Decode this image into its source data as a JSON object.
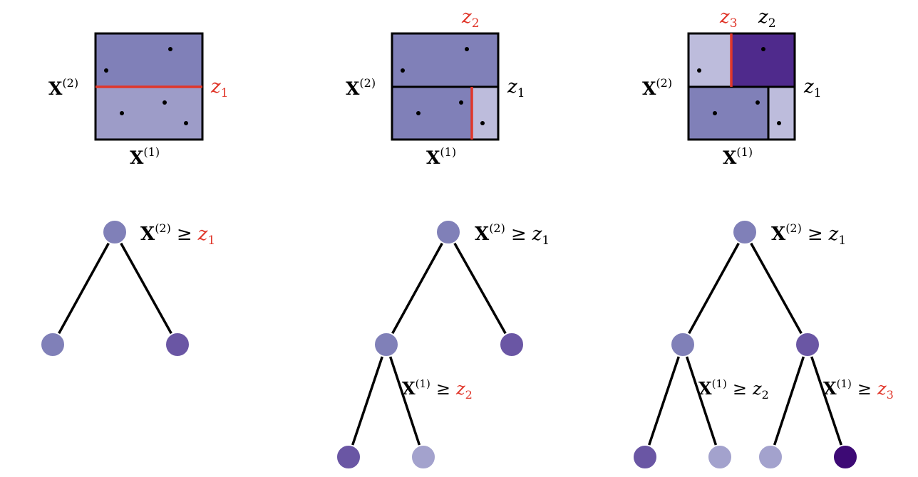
{
  "colors": {
    "region_mid": "#8080b8",
    "region_light": "#9d9cc8",
    "region_pale": "#bdbcdc",
    "region_dark": "#4f2a8c",
    "node_mid": "#8080b8",
    "node_dark": "#6a56a4",
    "node_light": "#a3a2cd",
    "node_darkest": "#3d0a75",
    "split_red": "#e0362a",
    "ink": "#000000"
  },
  "labels": {
    "x1": "X",
    "x1_sup": "(1)",
    "x2": "X",
    "x2_sup": "(2)",
    "z1": "z",
    "z1_sub": "1",
    "z2": "z",
    "z2_sub": "2",
    "z3": "z",
    "z3_sub": "3",
    "geq": "≥"
  },
  "panels": [
    {
      "id": "step-1"
    },
    {
      "id": "step-2"
    },
    {
      "id": "step-3"
    }
  ]
}
